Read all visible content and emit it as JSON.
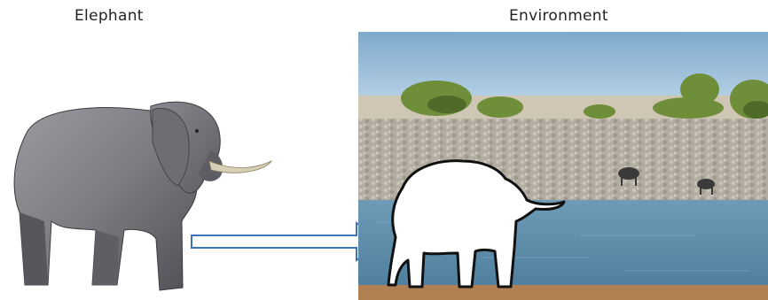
{
  "labels": {
    "left": "Elephant",
    "right": "Environment"
  },
  "images": {
    "left": "elephant-photo",
    "right": "waterhole-environment-photo"
  },
  "icons": {
    "arrow": "right-arrow-icon",
    "silhouette": "elephant-silhouette-icon"
  },
  "colors": {
    "sky": "#8fb7d6",
    "water": "#5f8fac",
    "gravel": "#b9b4aa",
    "arrow_outline": "#3f73b8",
    "elephant_skin": "#7b7b7f"
  }
}
